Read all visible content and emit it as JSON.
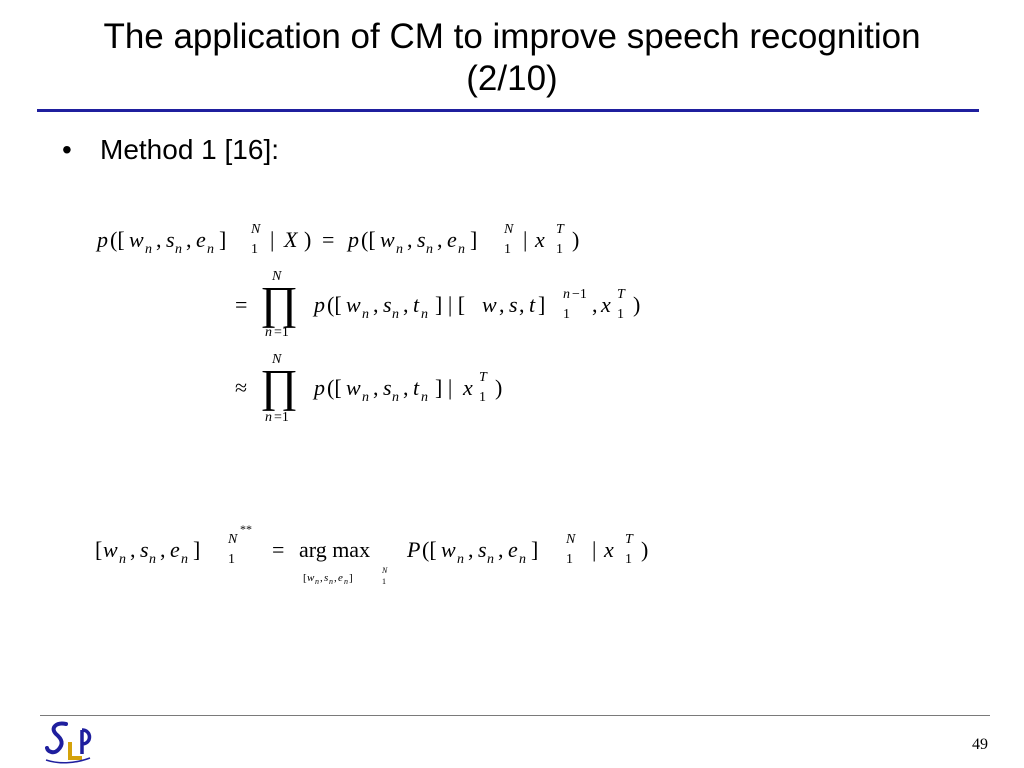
{
  "slide": {
    "title_line1": "The application of CM to improve speech recognition",
    "title_line2": "(2/10)",
    "bullet": "Method 1 [16]:",
    "page_number": "49",
    "logo_text": "SLP"
  },
  "equations": {
    "eq1": "p([w_n, s_n, e_n]_1^N | X) = p([w_n, s_n, e_n]_1^N | x_1^T)",
    "eq2": "= ∏_{n=1}^{N} p([w_n, s_n, t_n] | [w, s, t]_1^{n−1}, x_1^T)",
    "eq3": "≈ ∏_{n=1}^{N} p([w_n, s_n, t_n] | x_1^T)",
    "eq4": "[w_n, s_n, e_n]_1^{N**} = arg max_{[w_n, s_n, e_n]_1^N} P([w_n, s_n, e_n]_1^N | x_1^T)"
  },
  "colors": {
    "title_rule": "#1f1f9e",
    "footer_rule": "#7a7a7a"
  }
}
